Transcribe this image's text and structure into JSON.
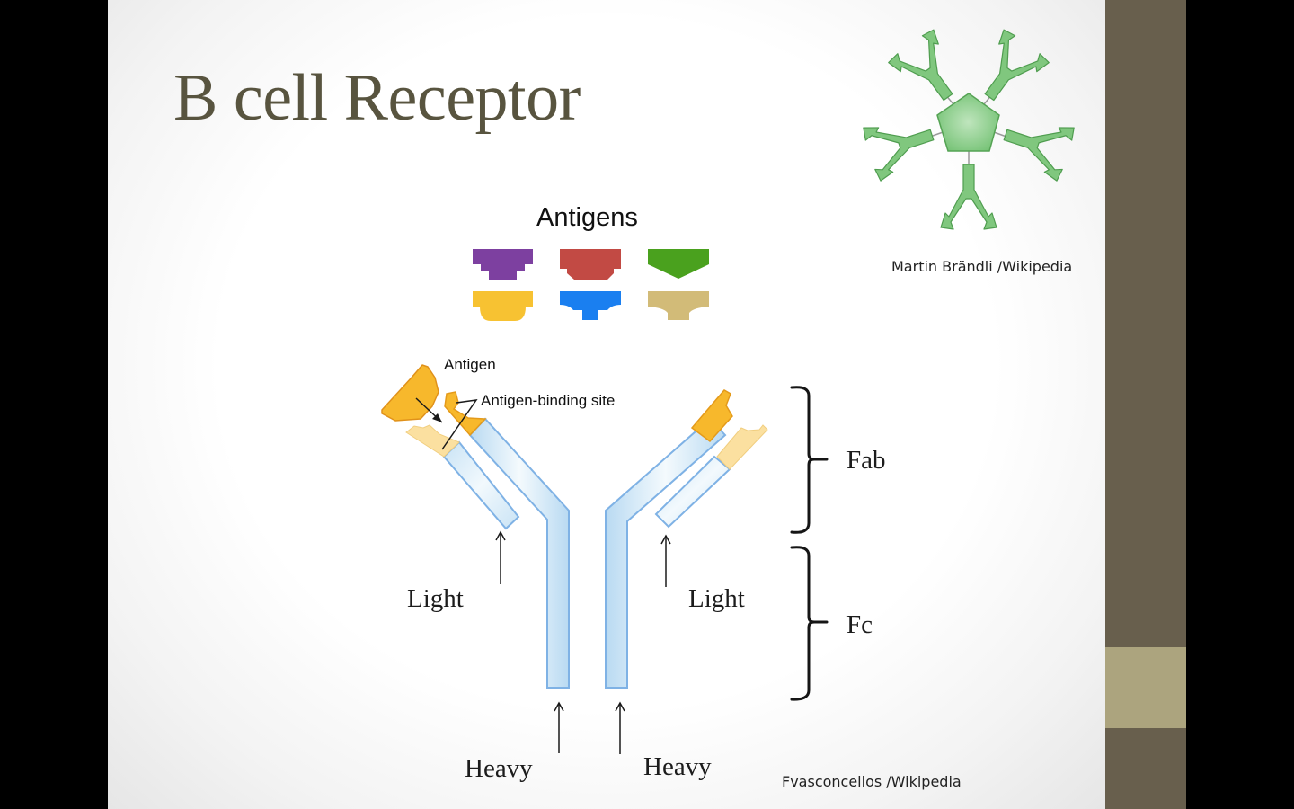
{
  "slide": {
    "title": "B cell Receptor",
    "colors": {
      "title": "#58543f",
      "side_band": "#685f4d",
      "side_accent": "#aca47e",
      "heavy_chain_stroke": "#7fb2e5",
      "heavy_chain_fill": "#d7ebf7",
      "variable_heavy": "#f7b82c",
      "variable_light": "#fbe0a0",
      "pentamer_green": "#7cc47c"
    }
  },
  "pentamer": {
    "description": "IgM pentamer of five Y-shaped antibodies around a pentagon",
    "credit": "Martin Brändli /Wikipedia"
  },
  "antigens": {
    "heading": "Antigens",
    "items": [
      {
        "name": "purple-antigen",
        "color": "#7d40a0"
      },
      {
        "name": "red-antigen",
        "color": "#c24a44"
      },
      {
        "name": "green-antigen",
        "color": "#4aa11e"
      },
      {
        "name": "yellow-antigen",
        "color": "#f7c232"
      },
      {
        "name": "blue-antigen",
        "color": "#1a7ff0"
      },
      {
        "name": "tan-antigen",
        "color": "#d2bb78"
      }
    ]
  },
  "antibody": {
    "antigen_label": "Antigen",
    "binding_site_label": "Antigen-binding site",
    "light_left": "Light",
    "light_right": "Light",
    "heavy_left": "Heavy",
    "heavy_right": "Heavy",
    "fab_label": "Fab",
    "fc_label": "Fc",
    "credit": "Fvasconcellos  /Wikipedia"
  }
}
